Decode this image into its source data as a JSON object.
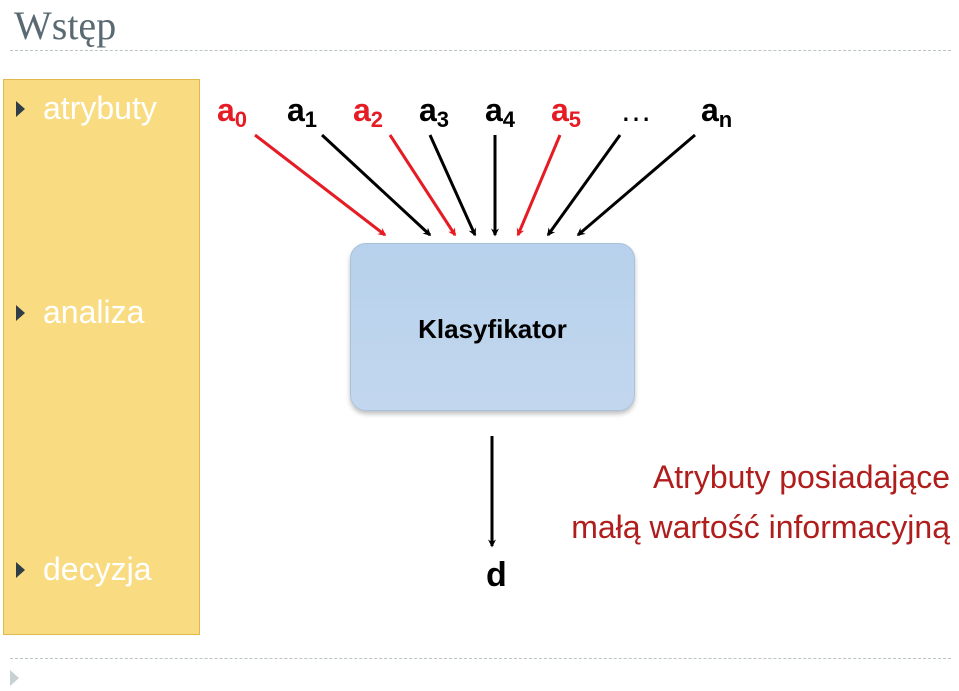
{
  "title": "Wstęp",
  "sidebar": {
    "items": [
      {
        "label": "atrybuty"
      },
      {
        "label": "analiza"
      },
      {
        "label": "decyzja"
      }
    ]
  },
  "attributes": [
    {
      "letter": "a",
      "index": "0",
      "highlighted": true
    },
    {
      "letter": "a",
      "index": "1",
      "highlighted": false
    },
    {
      "letter": "a",
      "index": "2",
      "highlighted": true
    },
    {
      "letter": "a",
      "index": "3",
      "highlighted": false
    },
    {
      "letter": "a",
      "index": "4",
      "highlighted": false
    },
    {
      "letter": "a",
      "index": "5",
      "highlighted": true
    },
    {
      "letter": "a",
      "index": "n",
      "highlighted": false
    }
  ],
  "ellipsis": "…",
  "classifier": {
    "label": "Klasyfikator"
  },
  "decision": {
    "label": "d"
  },
  "note": {
    "line1": "Atrybuty posiadające",
    "line2": "małą wartość informacyjną"
  },
  "colors": {
    "highlight": "#e51c24",
    "normal": "#000000",
    "sidebar_bg": "#f9dc82",
    "note": "#b01d1d",
    "box": "#b9d2ec"
  }
}
